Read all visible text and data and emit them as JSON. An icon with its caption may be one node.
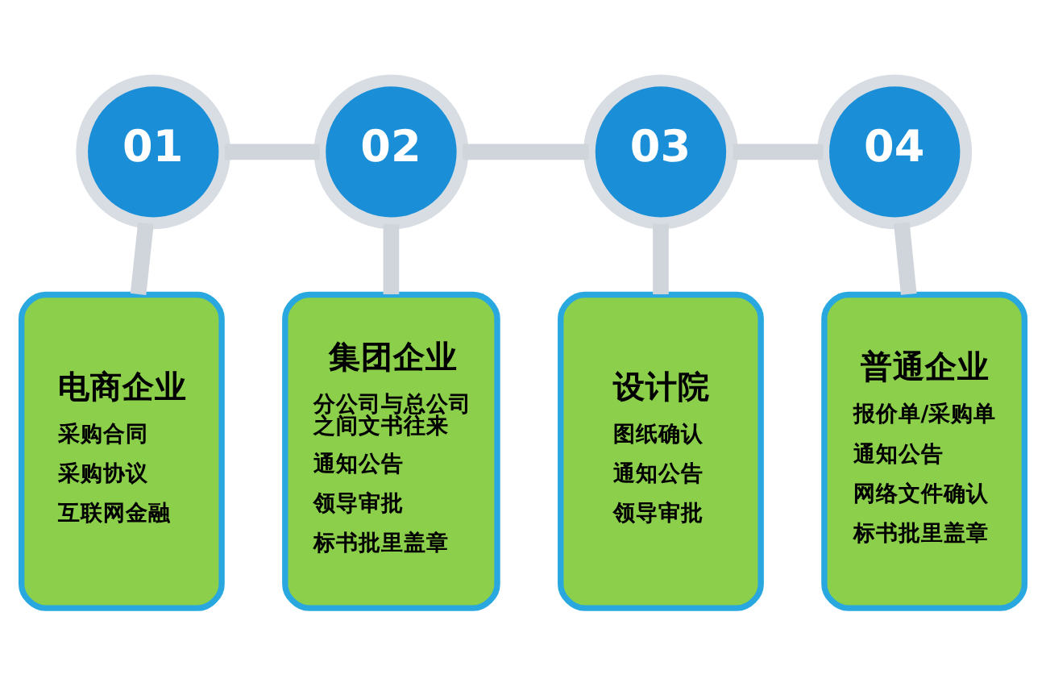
{
  "diagram": {
    "nodes": [
      {
        "text": [
          "01"
        ]
      },
      {
        "text": [
          "02"
        ]
      },
      {
        "text": [
          "03"
        ]
      },
      {
        "text": [
          "04"
        ]
      },
      {
        "text": [
          "电商企业",
          "采购合同",
          "采购协议",
          "互联网金融"
        ]
      },
      {
        "text": [
          "集团企业",
          "分公司与总公司之间文书往来",
          "通知公告",
          "领导审批",
          "标书批里盖章"
        ]
      },
      {
        "text": [
          "设计院",
          "图纸确认",
          "通知公告",
          "领导审批"
        ]
      },
      {
        "text": [
          "普通企业",
          "报价单/采购单",
          "通知公告",
          "网络文件确认",
          "标书批里盖章"
        ]
      }
    ],
    "edges": [
      {
        "from": 0,
        "to": 1,
        "arrow": "none"
      },
      {
        "from": 1,
        "to": 2,
        "arrow": "none"
      },
      {
        "from": 2,
        "to": 3,
        "arrow": "none"
      },
      {
        "from": 0,
        "to": 4,
        "arrow": "none"
      },
      {
        "from": 1,
        "to": 5,
        "arrow": "none"
      },
      {
        "from": 2,
        "to": 6,
        "arrow": "none"
      },
      {
        "from": 3,
        "to": 7,
        "arrow": "none"
      }
    ]
  }
}
